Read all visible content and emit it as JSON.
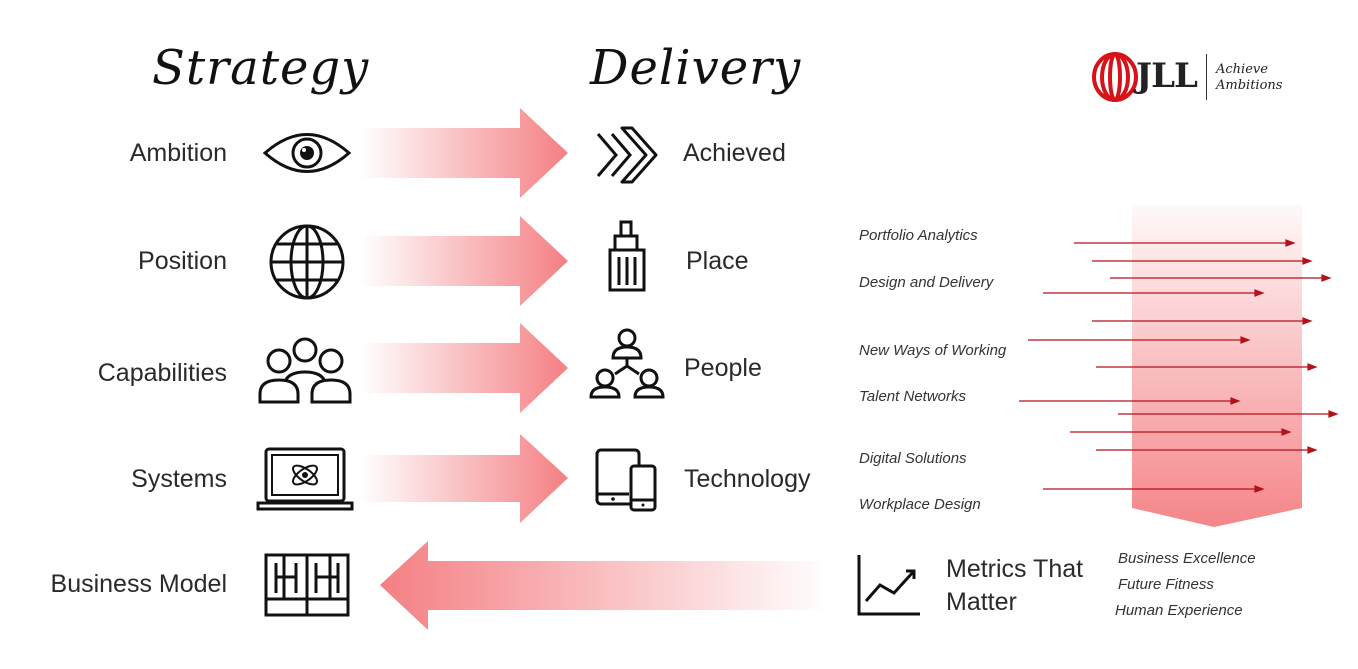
{
  "headers": {
    "strategy": "Strategy",
    "delivery": "Delivery"
  },
  "logo": {
    "brand": "JLL",
    "tagline_1": "Achieve",
    "tagline_2": "Ambitions",
    "accent_color": "#d7131a"
  },
  "strategy_items": [
    {
      "label": "Ambition",
      "icon": "eye-icon"
    },
    {
      "label": "Position",
      "icon": "globe-icon"
    },
    {
      "label": "Capabilities",
      "icon": "people-group-icon"
    },
    {
      "label": "Systems",
      "icon": "laptop-atom-icon"
    },
    {
      "label": "Business Model",
      "icon": "grid-model-icon"
    }
  ],
  "delivery_items": [
    {
      "label": "Achieved",
      "icon": "chevrons-right-icon"
    },
    {
      "label": "Place",
      "icon": "building-icon"
    },
    {
      "label": "People",
      "icon": "org-people-icon"
    },
    {
      "label": "Technology",
      "icon": "tablet-phone-icon"
    }
  ],
  "services": [
    "Portfolio Analytics",
    "Design and Delivery",
    "New Ways of Working",
    "Talent Networks",
    "Digital Solutions",
    "Workplace Design"
  ],
  "metrics": {
    "title_line_1": "Metrics That",
    "title_line_2": "Matter",
    "icon": "line-chart-icon"
  },
  "outcomes": [
    "Business Excellence",
    "Future Fitness",
    "Human Experience"
  ],
  "colors": {
    "arrow": "#f47f83",
    "line_arrow": "#b3121a",
    "icon_stroke": "#111111"
  }
}
